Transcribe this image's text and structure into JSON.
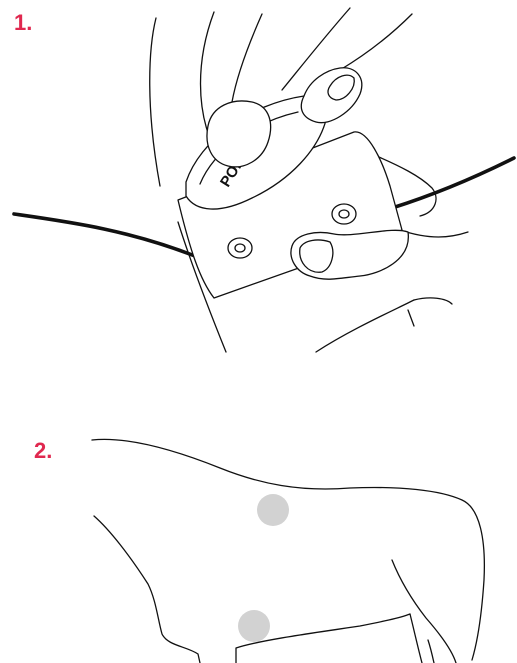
{
  "steps": [
    {
      "number": "1.",
      "description": ""
    },
    {
      "number": "2.",
      "description": ""
    }
  ],
  "device": {
    "logo_text": "POL"
  },
  "colors": {
    "step_number": "#e0284f",
    "line": "#111111",
    "electrode_marker": "#d2d2d2"
  },
  "icons": {
    "step1": "hand-attaching-sensor-to-strap",
    "step2": "horse-body-outline",
    "markers": "electrode-position-dot"
  }
}
